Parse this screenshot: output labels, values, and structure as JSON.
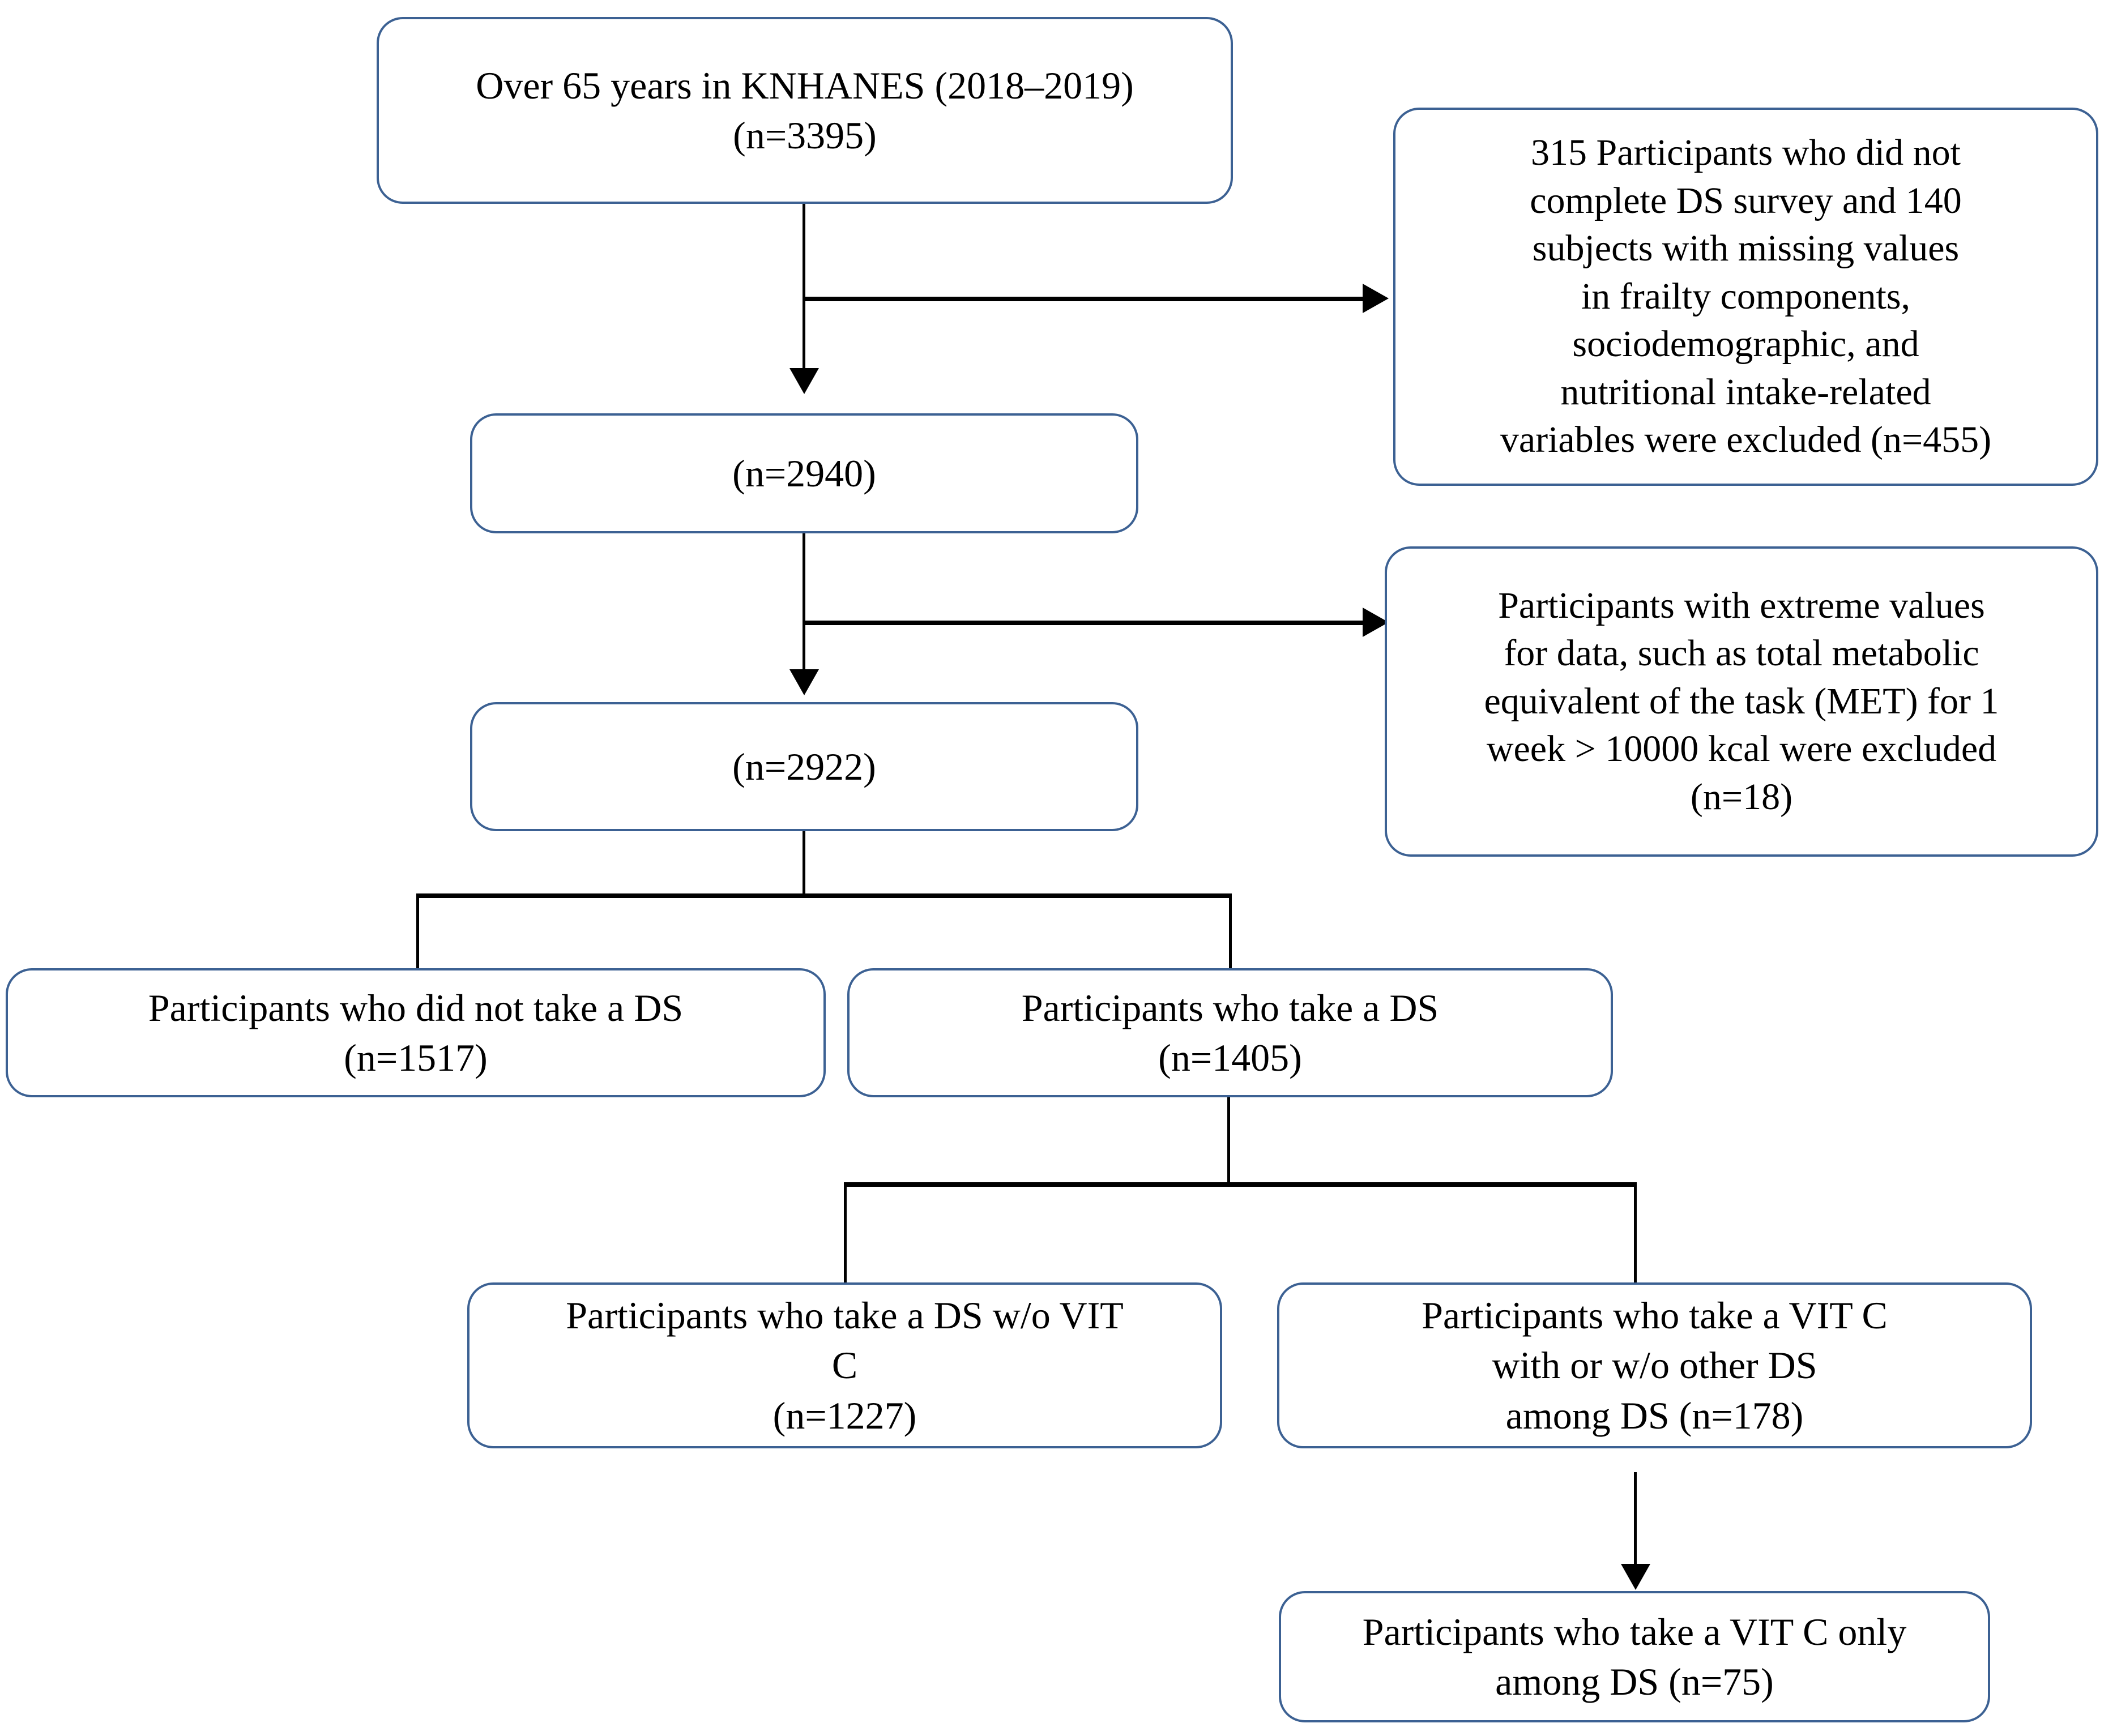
{
  "diagram": {
    "title": "KNHANES participant selection flow diagram",
    "border_color": "#3c6193",
    "connector_color": "#000000",
    "background_color": "#ffffff"
  },
  "nodes": {
    "source_population": {
      "text": "Over 65 years in KNHANES (2018–2019)\n(n=3395)",
      "n": 3395
    },
    "excluded_survey_missing": {
      "text": "315 Participants who did not\ncomplete DS survey and 140\nsubjects with missing values\nin frailty components,\nsociodemographic, and\nnutritional intake-related\nvariables were excluded (n=455)",
      "n": 455
    },
    "after_first_exclusion": {
      "text": "(n=2940)",
      "n": 2940
    },
    "excluded_extreme_met": {
      "text": "Participants with extreme values\nfor data, such as total metabolic\nequivalent of the task (MET) for 1\nweek > 10000 kcal were excluded\n(n=18)",
      "n": 18
    },
    "analytic_sample": {
      "text": "(n=2922)",
      "n": 2922
    },
    "no_ds": {
      "text": "Participants who did not take a DS\n(n=1517)",
      "n": 1517
    },
    "take_ds": {
      "text": "Participants who take a DS\n(n=1405)",
      "n": 1405
    },
    "ds_without_vitc": {
      "text": "Participants who take a DS w/o VIT\nC\n(n=1227)",
      "n": 1227
    },
    "vitc_with_or_without_other_ds": {
      "text": "Participants who take a VIT C\nwith or w/o other DS\namong DS (n=178)",
      "n": 178
    },
    "vitc_only": {
      "text": "Participants who take a VIT C only\namong DS (n=75)",
      "n": 75
    }
  }
}
